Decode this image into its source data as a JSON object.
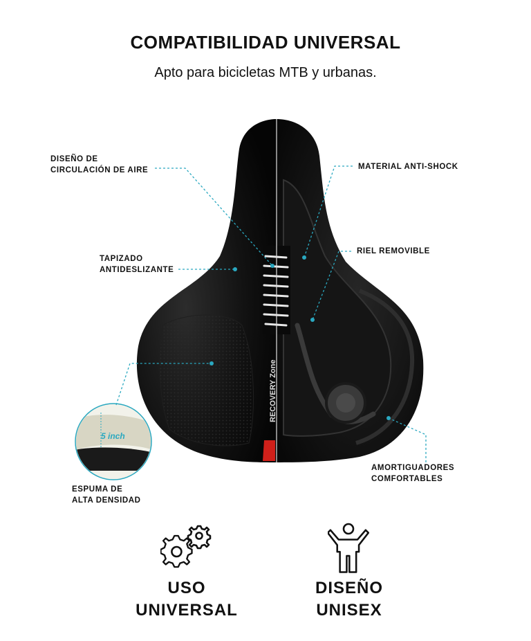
{
  "header": {
    "title": "COMPATIBILIDAD UNIVERSAL",
    "subtitle": "Apto para bicicletas MTB y urbanas."
  },
  "callouts": {
    "air": [
      "DISEÑO DE",
      "CIRCULACIÓN DE AIRE"
    ],
    "antislip": [
      "TAPIZADO",
      "ANTIDESLIZANTE"
    ],
    "foam": [
      "ESPUMA DE",
      "ALTA DENSIDAD"
    ],
    "shock": [
      "MATERIAL ANTI-SHOCK"
    ],
    "rail": [
      "RIEL REMOVIBLE"
    ],
    "dampers": [
      "AMORTIGUADORES",
      "COMFORTABLES"
    ]
  },
  "product": {
    "brand_text": "RECOVERY Zone",
    "inset_label": "5 inch"
  },
  "features": [
    {
      "label": [
        "USO",
        "UNIVERSAL"
      ],
      "icon": "gears-icon"
    },
    {
      "label": [
        "DISEÑO",
        "UNISEX"
      ],
      "icon": "person-icon"
    }
  ],
  "colors": {
    "accent_line": "#2aa8c0",
    "saddle": "#141414"
  }
}
